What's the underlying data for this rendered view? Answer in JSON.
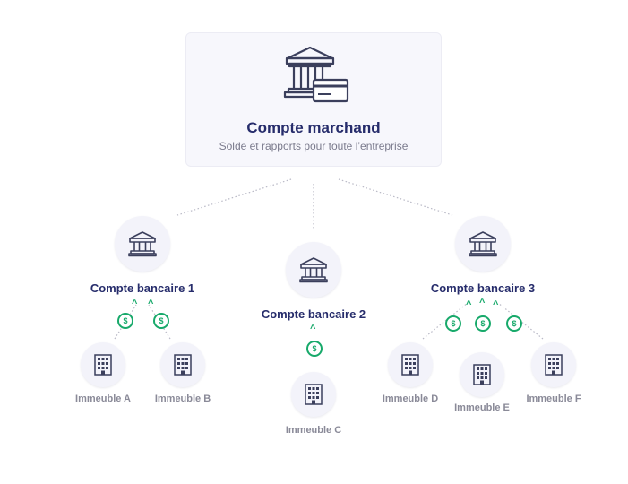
{
  "merchant": {
    "title": "Compte marchand",
    "subtitle": "Solde et rapports pour toute l’entreprise",
    "icon": "bank-with-card-icon"
  },
  "bank_accounts": [
    {
      "label": "Compte bancaire 1",
      "icon": "bank-icon"
    },
    {
      "label": "Compte bancaire 2",
      "icon": "bank-icon"
    },
    {
      "label": "Compte bancaire 3",
      "icon": "bank-icon"
    }
  ],
  "buildings": [
    {
      "label": "Immeuble A",
      "account": "Compte bancaire 1",
      "icon": "building-icon"
    },
    {
      "label": "Immeuble B",
      "account": "Compte bancaire 1",
      "icon": "building-icon"
    },
    {
      "label": "Immeuble C",
      "account": "Compte bancaire 2",
      "icon": "building-icon"
    },
    {
      "label": "Immeuble D",
      "account": "Compte bancaire 3",
      "icon": "building-icon"
    },
    {
      "label": "Immeuble E",
      "account": "Compte bancaire 3",
      "icon": "building-icon"
    },
    {
      "label": "Immeuble F",
      "account": "Compte bancaire 3",
      "icon": "building-icon"
    }
  ],
  "money_symbol": "$",
  "flow_arrow": "^",
  "colors": {
    "navy": "#262c6b",
    "icon_stroke": "#3b3f5c",
    "green": "#17a96a",
    "muted_text": "#8a8a98",
    "card_bg": "#f7f7fc",
    "circle_bg": "#f3f3fa"
  }
}
